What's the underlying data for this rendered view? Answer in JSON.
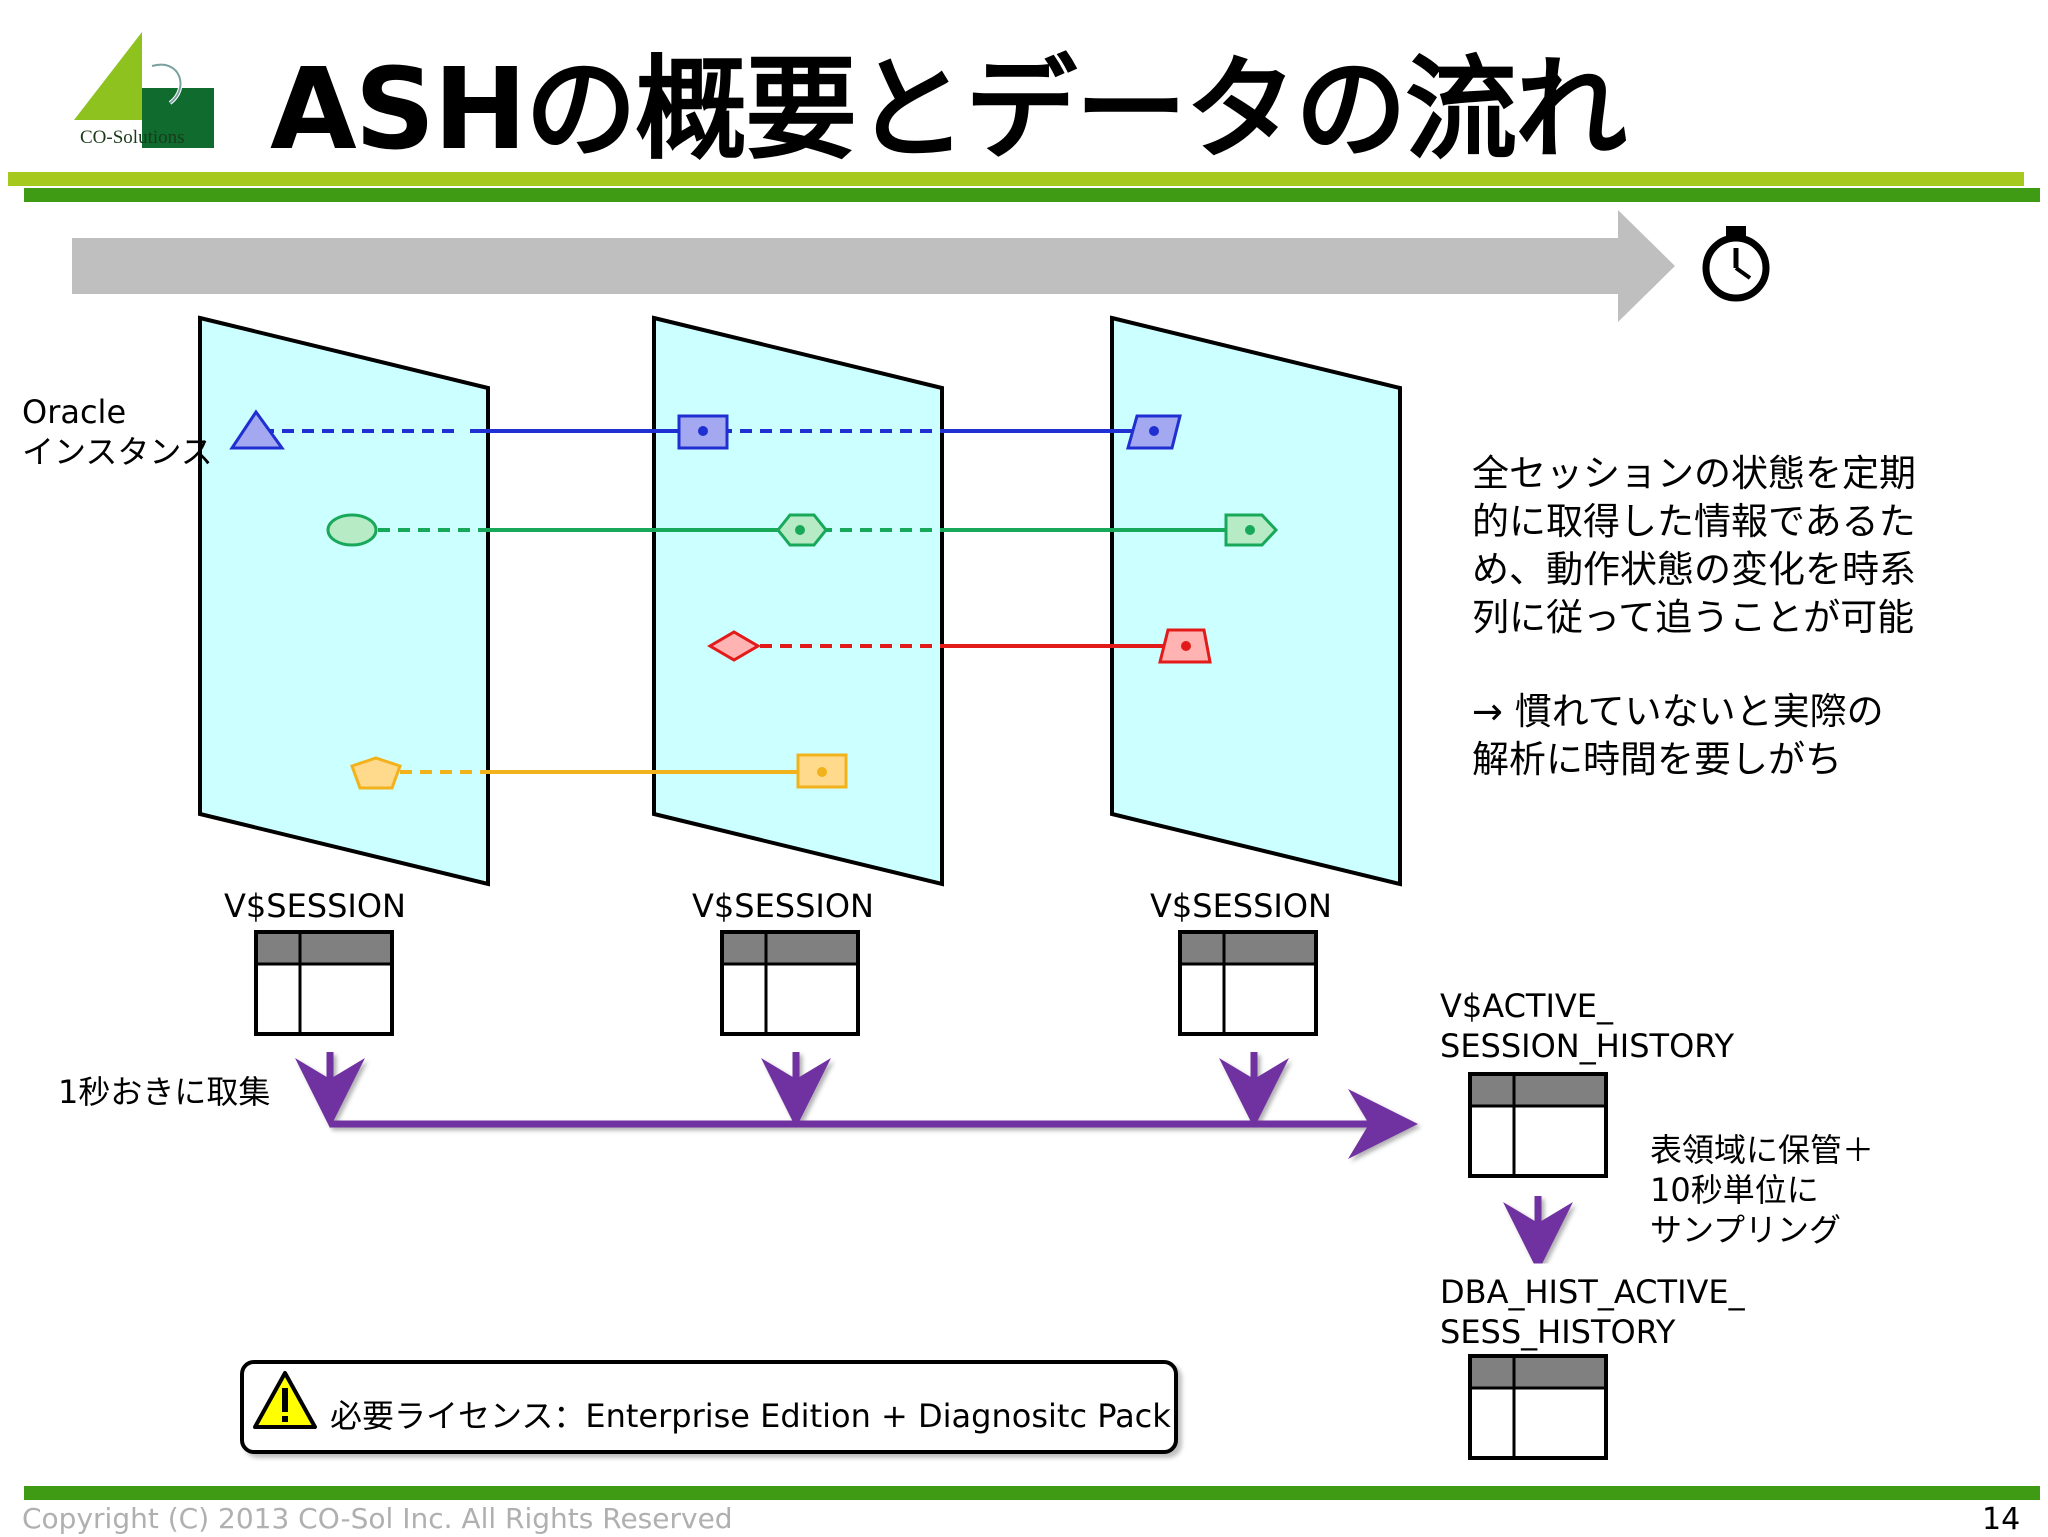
{
  "slide": {
    "title": "ASHの概要とデータの流れ",
    "logo_text": "CO-Solutions",
    "oracle_label_line1": "Oracle",
    "oracle_label_line2": "インスタンス",
    "vsession_labels": [
      "V$SESSION",
      "V$SESSION",
      "V$SESSION"
    ],
    "collect_label": "1秒おきに取集",
    "ash_view_line1": "V$ACTIVE_",
    "ash_view_line2": "SESSION_HISTORY",
    "sampling_note_line1": "表領域に保管＋",
    "sampling_note_line2": "10秒単位に",
    "sampling_note_line3": "サンプリング",
    "dba_hist_line1": "DBA_HIST_ACTIVE_",
    "dba_hist_line2": "SESS_HISTORY",
    "description_line1": "全セッションの状態を定期",
    "description_line2": "的に取得した情報であるた",
    "description_line3": "め、動作状態の変化を時系",
    "description_line4": "列に従って追うことが可能",
    "description_line5": "→ 慣れていないと実際の",
    "description_line6": "解析に時間を要しがち",
    "license_note": "必要ライセンス：Enterprise Edition + Diagnositc Pack",
    "footer": "Copyright (C) 2013 CO-Sol Inc. All Rights Reserved",
    "page_number": "14"
  },
  "icons": {
    "logo": "co-solutions-logo-icon",
    "timer": "stopwatch-icon",
    "warning": "warning-triangle-icon"
  },
  "colors": {
    "header_band": "#4f9d0f",
    "header_band_light": "#a6c91d",
    "timeline_arrow": "#bfbfbf",
    "panel_fill": "#ccffff",
    "flow_arrow": "#7030a0",
    "blue_session": "#1f2fd1",
    "green_session": "#18a85a",
    "red_session": "#e31a1a",
    "orange_session": "#f2b21c"
  }
}
